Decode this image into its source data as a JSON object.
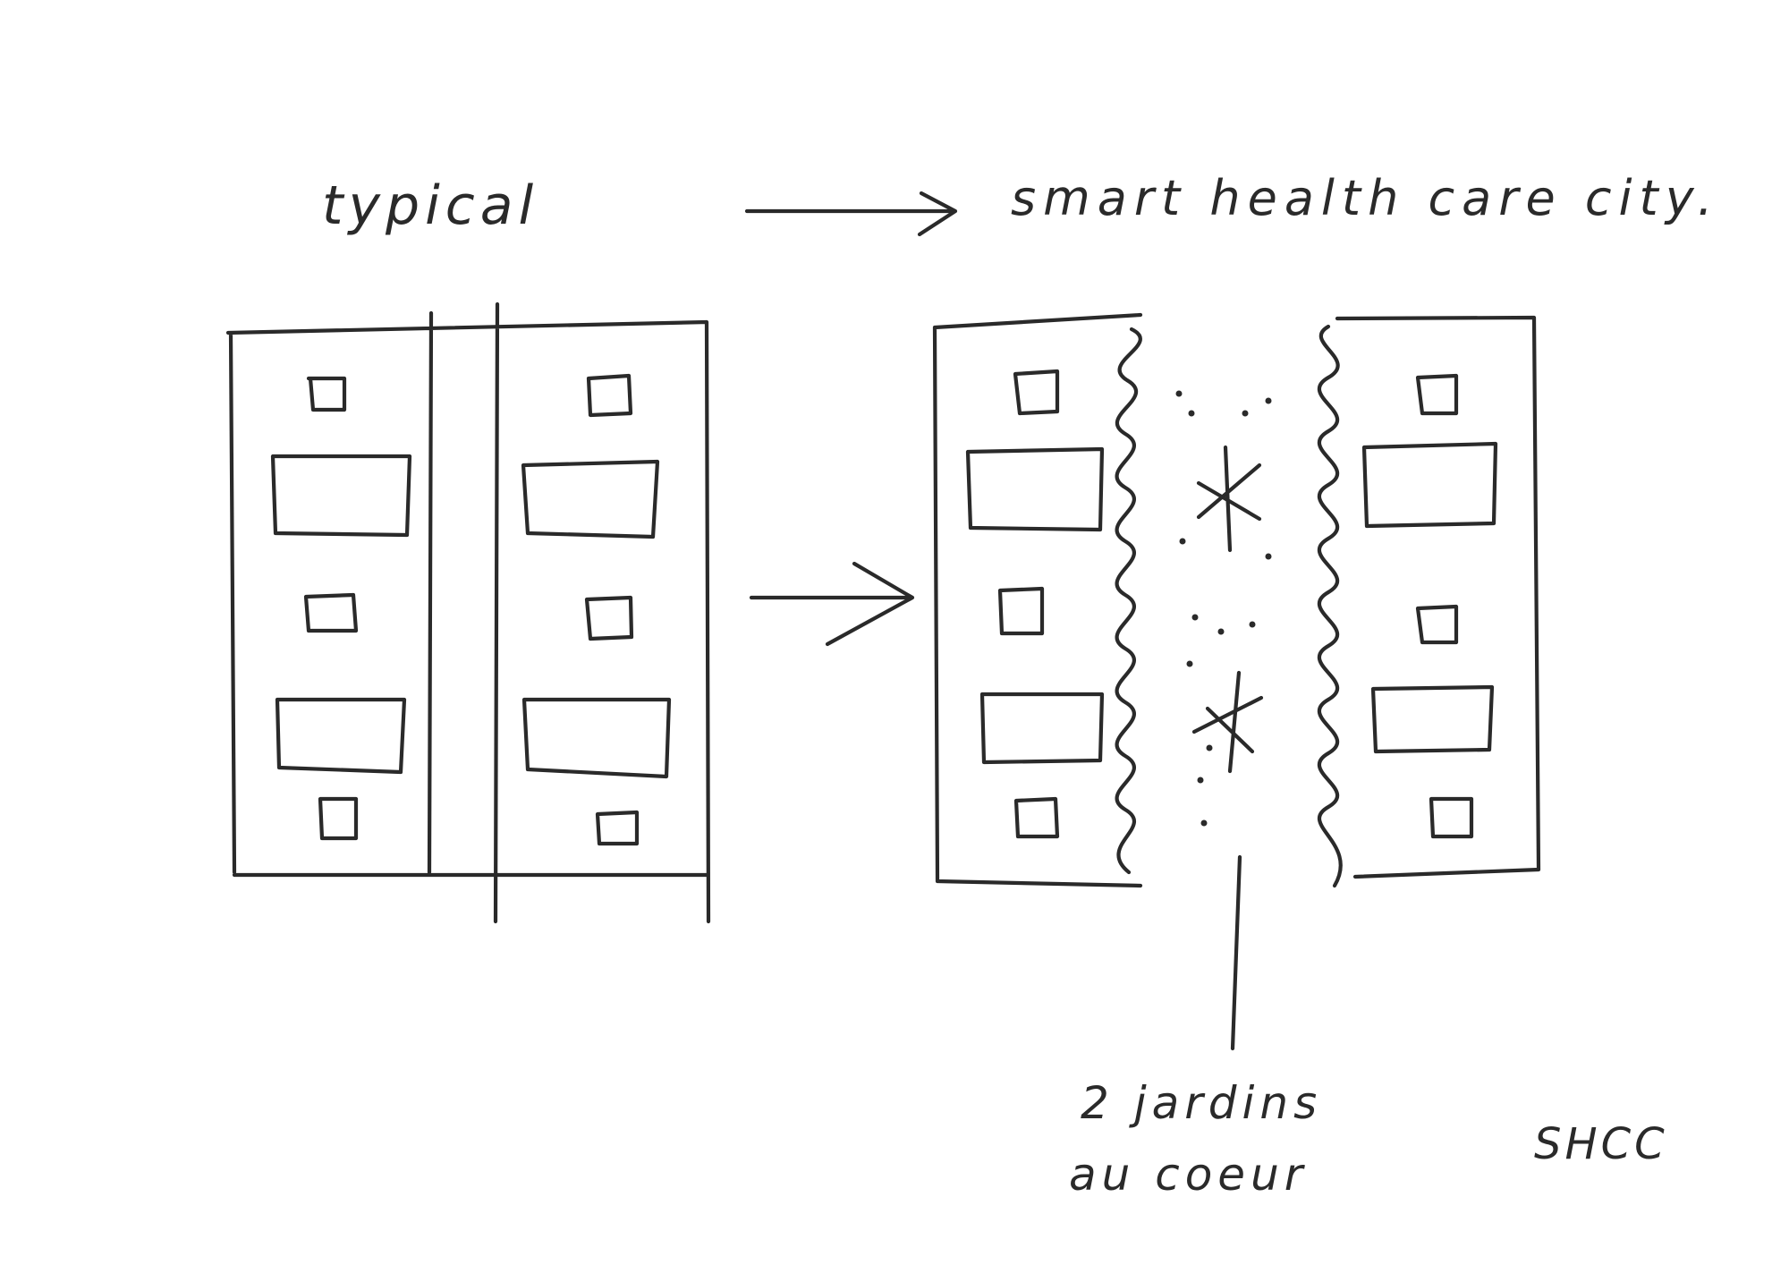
{
  "labels": {
    "before": "typical",
    "after": "smart health care city.",
    "annotation_line1": "2 jardins",
    "annotation_line2": "au coeur",
    "signature": "SHCC"
  },
  "colors": {
    "ink": "#2a2a2a",
    "paper": "#ffffff"
  },
  "icons": {
    "garden_symbols": "asterisk"
  }
}
